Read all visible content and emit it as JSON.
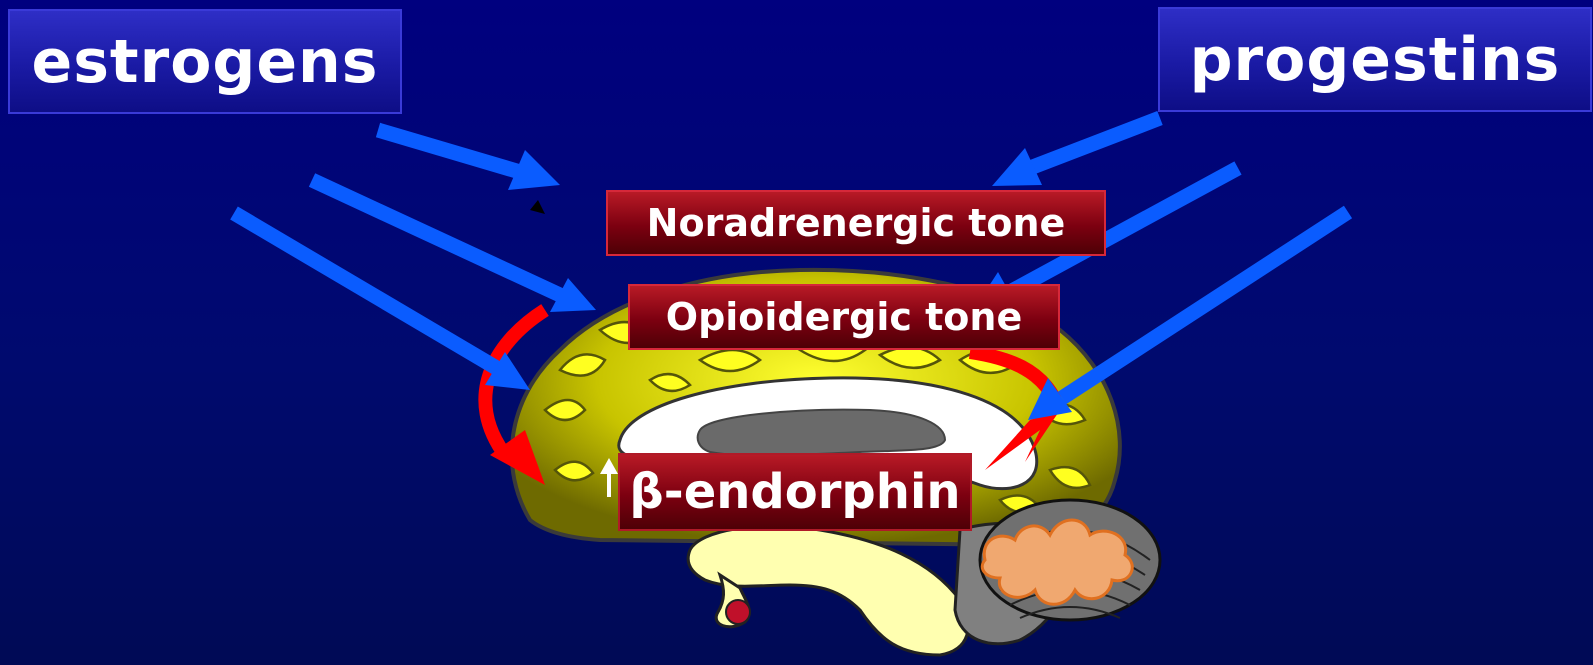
{
  "labels": {
    "estrogens": "estrogens",
    "progestins": "progestins",
    "noradrenergic": "Noradrenergic tone",
    "opioidergic": "Opioidergic tone",
    "endorphin": "β-endorphin"
  },
  "arrows": {
    "estrogen_arrow_color": "#0a5cff",
    "progestin_arrow_color": "#0a5cff",
    "feedback_arrow_color": "#ff0000",
    "increase_arrow_color": "#ffffff",
    "increase_arrow_icon": "up-arrow-icon"
  },
  "colors": {
    "background": "#00007f",
    "header_box": "#1a1aa4",
    "tone_box": "#7c0010",
    "brain_fill": "#c8c400",
    "brain_highlight": "#ffff00",
    "cerebellum": "#e8a060"
  }
}
